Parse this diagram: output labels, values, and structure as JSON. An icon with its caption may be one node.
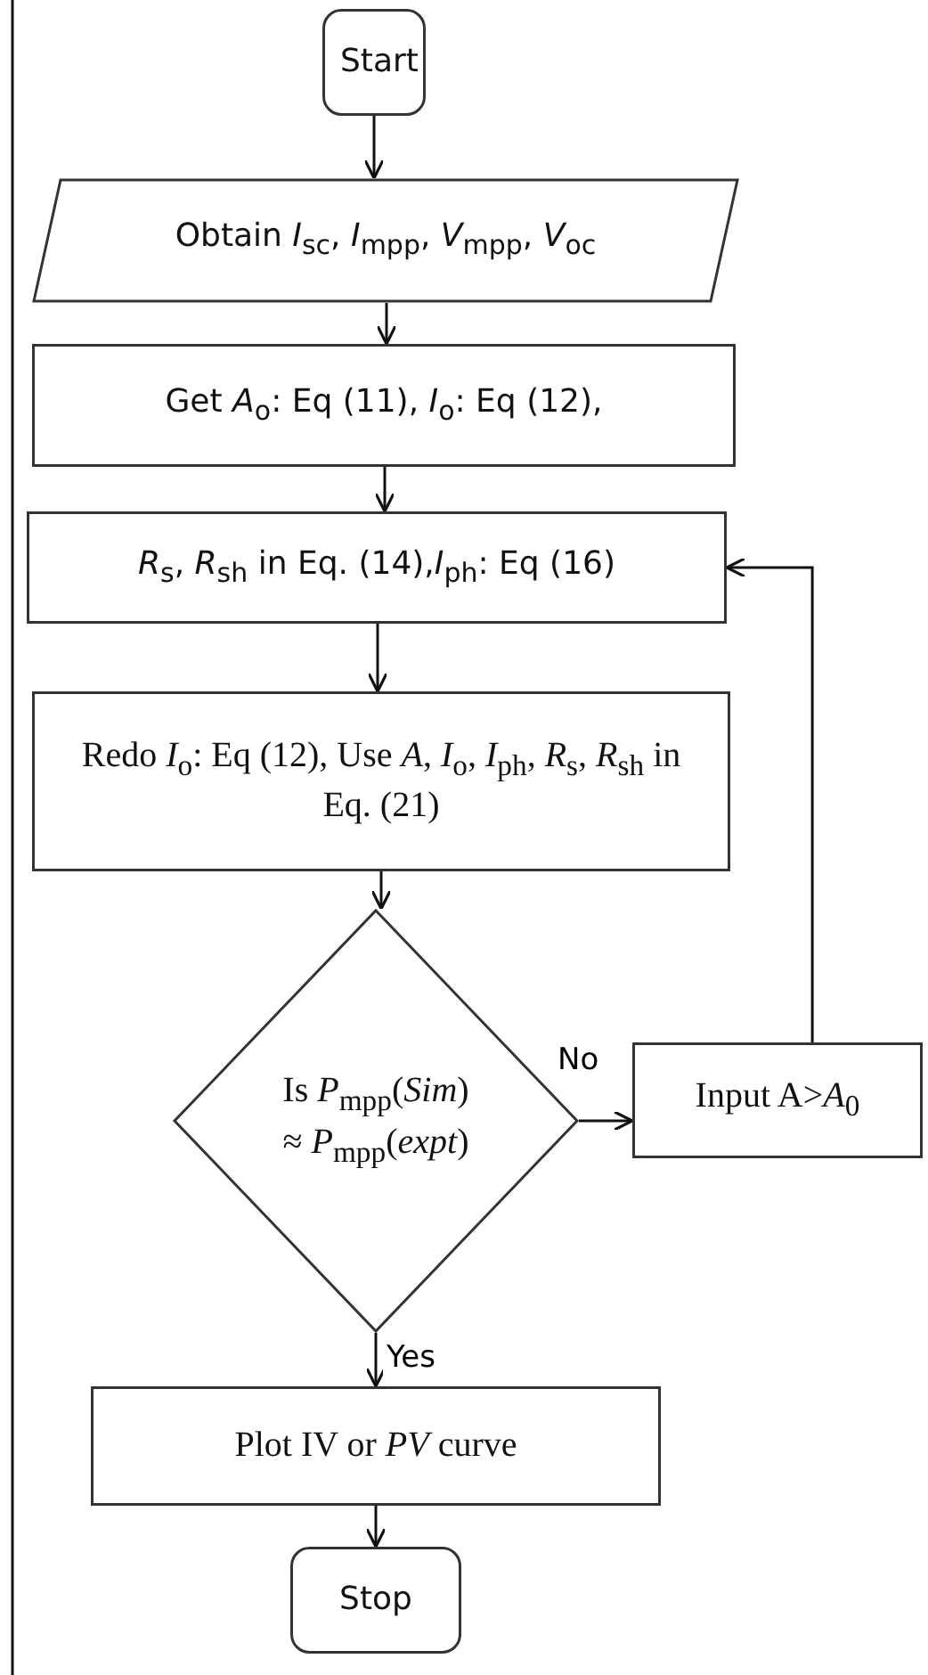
{
  "diagram": {
    "nodes": [
      {
        "text": [
          "Start"
        ]
      },
      {
        "text": [
          "Obtain *I*$_{sc}$, *I*$_{mpp}$, *V*$_{mpp}$, *V*$_{oc}$"
        ]
      },
      {
        "text": [
          "Get *A*$_{o}$: Eq (11), *I*$_{o}$: Eq (12),"
        ]
      },
      {
        "text": [
          "*R*$_{s}$, *R*$_{sh}$ in Eq. (14),*I*$_{ph}$: Eq (16)"
        ]
      },
      {
        "text": [
          "Redo *I*$_{o}$: Eq (12), Use *A*, *I*$_{o}$, *I*$_{ph}$, *R*$_{s}$, *R*$_{sh}$ in Eq. (21)"
        ]
      },
      {
        "text": [
          "Is *P*$_{mpp}$(*Sim*) ≈ *P*$_{mpp}$(*expt*)"
        ]
      },
      {
        "text": [
          "Input A>*A*$_{0}$"
        ]
      },
      {
        "text": [
          "Plot IV or *PV* curve"
        ]
      },
      {
        "text": [
          "Stop"
        ]
      }
    ],
    "edges": [
      {
        "from": 0,
        "to": 1,
        "arrow": "to"
      },
      {
        "from": 1,
        "to": 2,
        "arrow": "to"
      },
      {
        "from": 2,
        "to": 3,
        "arrow": "to"
      },
      {
        "from": 3,
        "to": 4,
        "arrow": "to"
      },
      {
        "from": 4,
        "to": 5,
        "arrow": "to"
      },
      {
        "from": 5,
        "to": 6,
        "label": "No",
        "arrow": "to"
      },
      {
        "from": 6,
        "to": 3,
        "arrow": "to"
      },
      {
        "from": 5,
        "to": 7,
        "label": "Yes",
        "arrow": "to"
      },
      {
        "from": 7,
        "to": 8,
        "arrow": "to"
      }
    ]
  }
}
